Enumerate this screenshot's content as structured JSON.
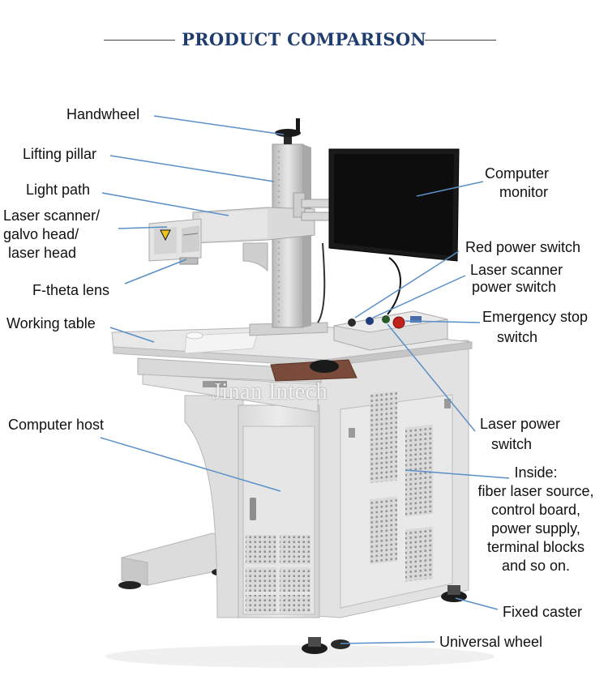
{
  "header": {
    "title": "PRODUCT COMPARISON"
  },
  "watermark": "Jinan Intech",
  "colors": {
    "title": "#1f3c6e",
    "leader": "#5b8fc7",
    "body": "#e4e4e4",
    "screen": "#0d0d0d"
  },
  "labels": {
    "handwheel": "Handwheel",
    "lifting_pillar": "Lifting pillar",
    "light_path": "Light path",
    "laser_scanner": [
      "Laser scanner/",
      "galvo head/",
      "laser head"
    ],
    "f_theta_lens": "F-theta lens",
    "working_table": "Working table",
    "computer_host": "Computer host",
    "computer_monitor": [
      "Computer",
      "monitor"
    ],
    "red_power_switch": "Red power switch",
    "laser_scanner_power_switch": [
      "Laser scanner",
      "power switch"
    ],
    "emergency_stop_switch": [
      "Emergency stop",
      "switch"
    ],
    "laser_power_switch": [
      "Laser power",
      "switch"
    ],
    "inside": [
      "Inside:",
      "fiber laser source,",
      "control board,",
      "power supply,",
      "terminal blocks",
      "and so on."
    ],
    "fixed_caster": "Fixed caster",
    "universal_wheel": "Universal wheel"
  }
}
